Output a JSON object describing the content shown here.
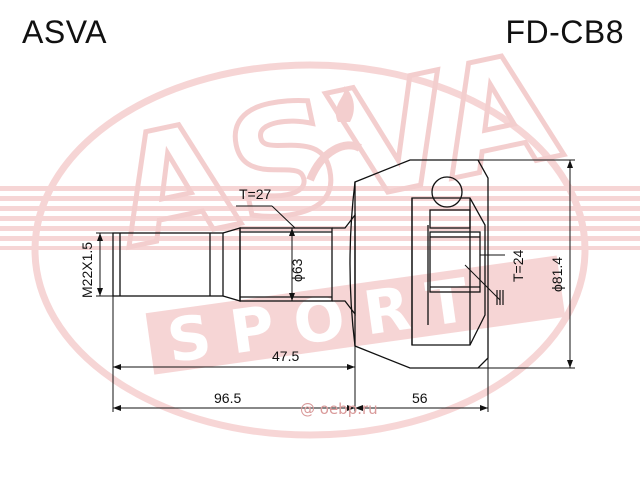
{
  "header": {
    "brand": "ASVA",
    "part_number": "FD-CB8"
  },
  "watermark": {
    "logo_text": "ASVA",
    "sub_text": "SPORT",
    "site": "@ oebp.ru",
    "color": "#f2b9b9"
  },
  "dimensions": {
    "thread": "M22X1.5",
    "teeth_outer": "T=27",
    "teeth_inner": "T=24",
    "outer_diameter": "ϕ63",
    "cup_diameter": "ϕ81.4",
    "abs_ring": "",
    "length_shaft": "47.5",
    "length_total": "96.5",
    "length_cup": "56"
  }
}
